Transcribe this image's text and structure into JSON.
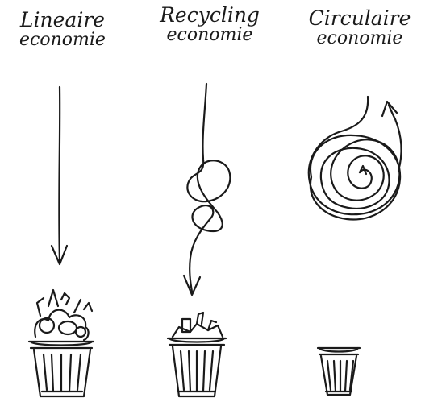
{
  "columns": [
    {
      "id": "linear",
      "line1": "Lineaire",
      "line2": "economie"
    },
    {
      "id": "recycle",
      "line1": "Recycling",
      "line2": "economie"
    },
    {
      "id": "circular",
      "line1": "Circulaire",
      "line2": "economie"
    }
  ]
}
